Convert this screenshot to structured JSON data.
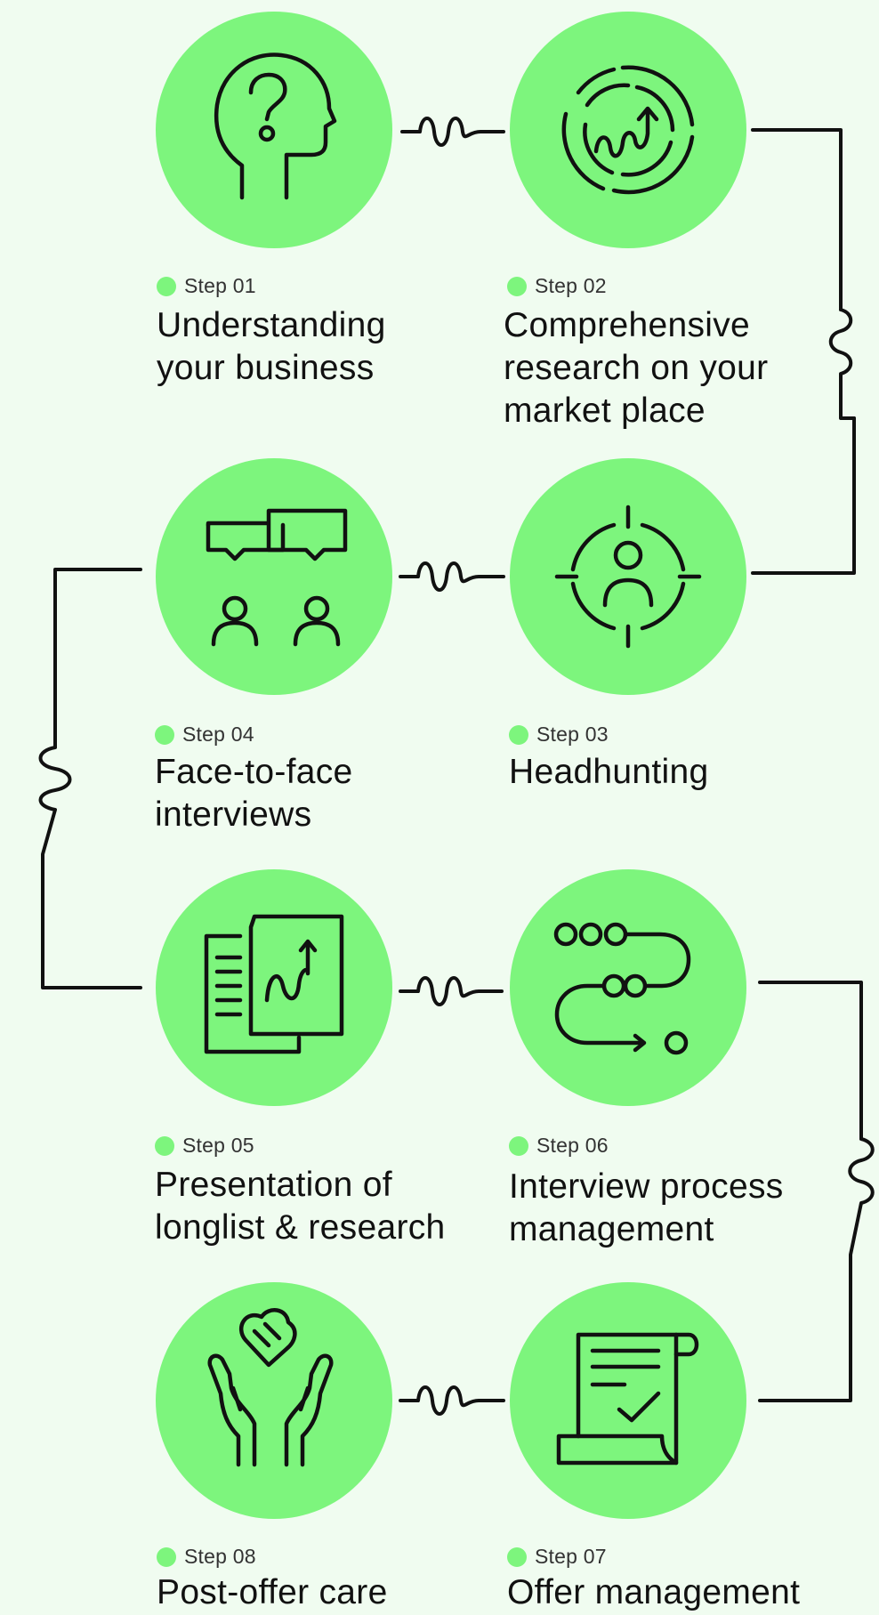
{
  "steps": [
    {
      "label": "Step 01",
      "title": "Understanding\nyour business",
      "icon": "head-question-icon"
    },
    {
      "label": "Step 02",
      "title": "Comprehensive\nresearch on your\nmarket place",
      "icon": "market-growth-icon"
    },
    {
      "label": "Step 03",
      "title": "Headhunting",
      "icon": "target-person-icon"
    },
    {
      "label": "Step 04",
      "title": "Face-to-face\ninterviews",
      "icon": "interview-chat-icon"
    },
    {
      "label": "Step 05",
      "title": "Presentation of\nlonglist & research",
      "icon": "document-report-icon"
    },
    {
      "label": "Step 06",
      "title": "Interview process\nmanagement",
      "icon": "process-path-icon"
    },
    {
      "label": "Step 07",
      "title": "Offer management",
      "icon": "contract-scroll-icon"
    },
    {
      "label": "Step 08",
      "title": "Post-offer care",
      "icon": "care-hands-icon"
    }
  ],
  "colors": {
    "background": "#f0fcf0",
    "circle": "#7df57d",
    "line": "#111111",
    "dot": "#7df57d"
  }
}
